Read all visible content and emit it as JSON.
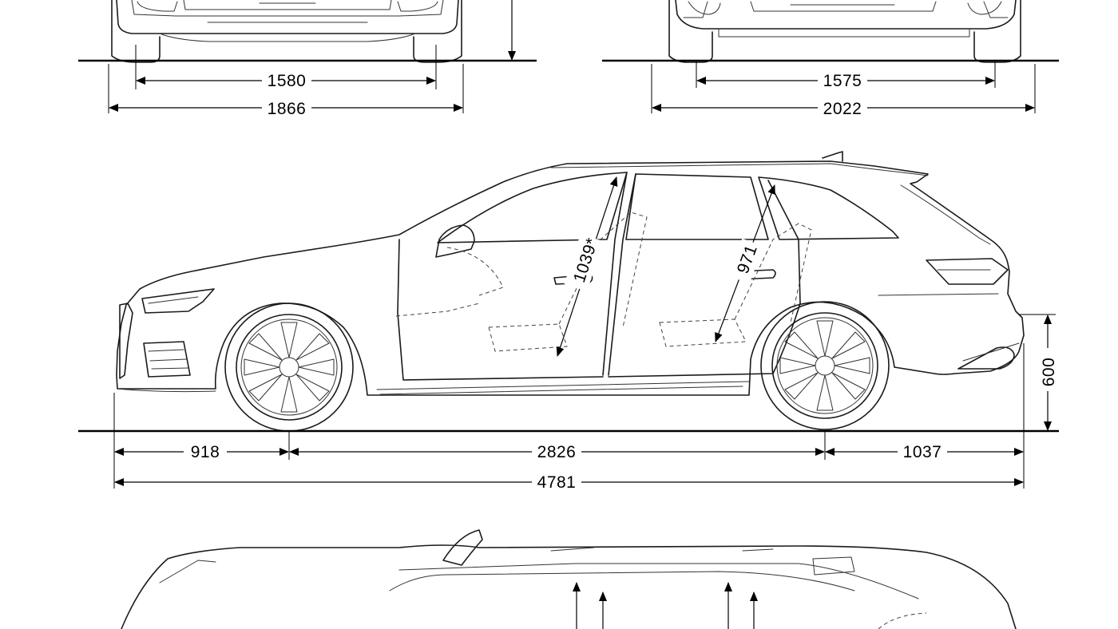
{
  "dimensions": {
    "front_track": "1580",
    "front_width": "1866",
    "rear_track": "1575",
    "rear_width_mirrors": "2022",
    "headroom_front": "1039*",
    "headroom_rear": "971",
    "front_overhang": "918",
    "wheelbase": "2826",
    "rear_overhang": "1037",
    "overall_length": "4781",
    "loading_sill_height": "600"
  },
  "colors": {
    "line": "#1a1a1a",
    "background": "#ffffff"
  }
}
